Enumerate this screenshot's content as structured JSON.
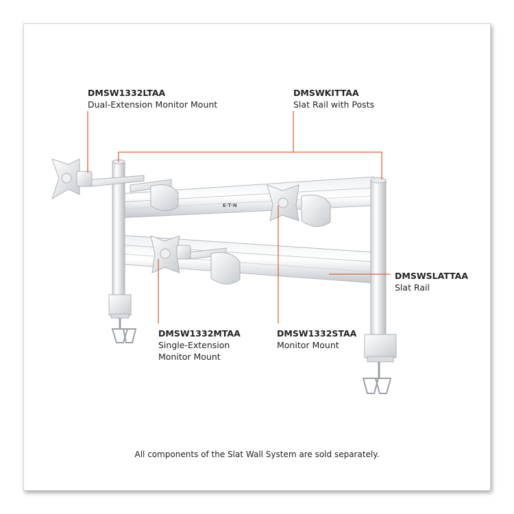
{
  "accent_color": "#e2603a",
  "callouts": {
    "ltaa": {
      "sku": "DMSW1332LTAA",
      "desc": "Dual-Extension Monitor Mount"
    },
    "kit": {
      "sku": "DMSWKITTAA",
      "desc": "Slat Rail with Posts"
    },
    "slat": {
      "sku": "DMSWSLATTAA",
      "desc": "Slat Rail"
    },
    "mtaa": {
      "sku": "DMSW1332MTAA",
      "desc_line1": "Single-Extension",
      "desc_line2": "Monitor Mount"
    },
    "staa": {
      "sku": "DMSW1332STAA",
      "desc": "Monitor Mount"
    }
  },
  "rail_brand": "E·T·N",
  "footer_note": "All components of the Slat Wall System are sold separately."
}
